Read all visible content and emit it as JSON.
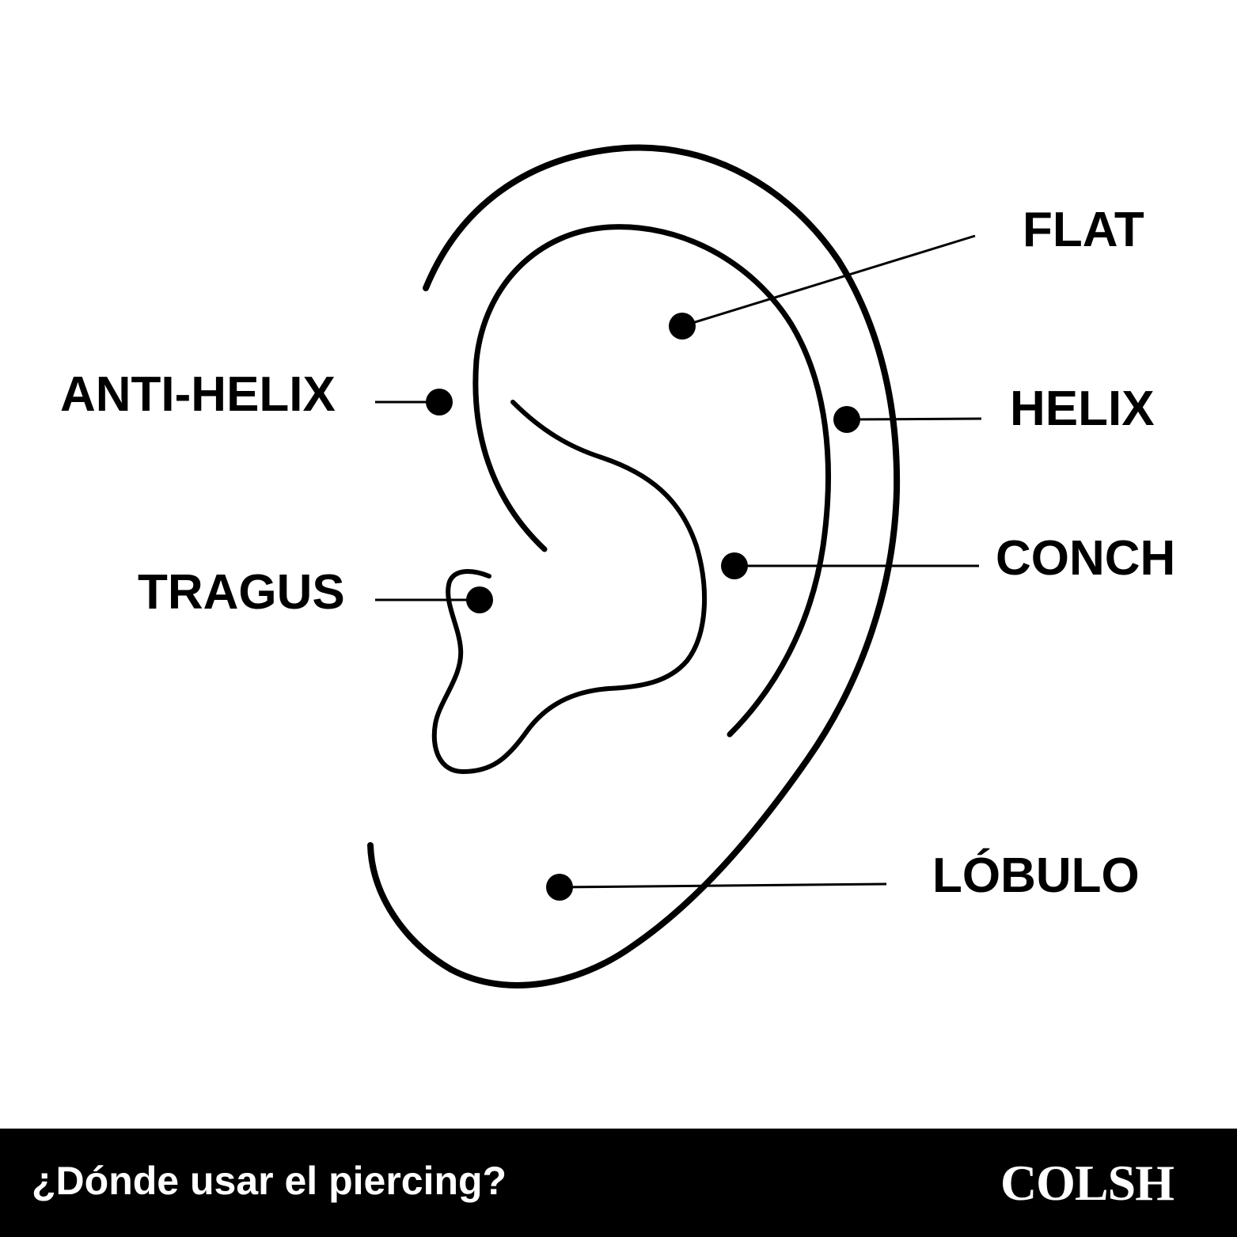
{
  "labels": {
    "flat": "FLAT",
    "anti_helix": "ANTI-HELIX",
    "helix": "HELIX",
    "conch": "CONCH",
    "tragus": "TRAGUS",
    "lobulo": "LÓBULO"
  },
  "footer": {
    "title": "¿Dónde usar el piercing?",
    "brand": "COLSH"
  },
  "colors": {
    "background": "#ffffff",
    "line": "#000000",
    "footer_background": "#000000",
    "footer_text": "#ffffff"
  }
}
